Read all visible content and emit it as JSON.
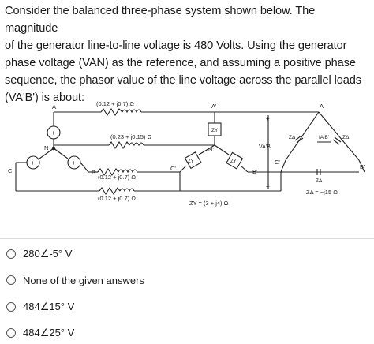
{
  "question": {
    "lines": [
      "Consider the balanced three-phase system shown below. The magnitude",
      "of the generator line-to-line voltage is 480 Volts. Using the generator",
      "phase voltage (VAN) as the reference, and assuming a positive phase",
      "sequence, the phasor value of the line voltage across the parallel loads",
      "(VA'B') is about:"
    ]
  },
  "diagram": {
    "labels": {
      "node_a": "A",
      "node_n": "N",
      "node_c": "C",
      "node_b": "B",
      "node_a_prime": "A'",
      "node_n_prime": "N'",
      "node_c_prime": "C'",
      "node_b_prime": "B'",
      "node_a_prime_delta": "A'",
      "node_b_prime_delta": "B'",
      "node_c_prime_delta": "C'",
      "line_impedance_a": "(0.12 + j0.7) Ω",
      "neutral_impedance": "(0.23 + j0.15) Ω",
      "line_impedance_b": "(0.12 + j0.7) Ω",
      "line_impedance_c": "(0.12 + j0.7) Ω",
      "zy_top": "ZY",
      "zy_left": "ZY",
      "zy_right": "ZY",
      "zy_value": "ZY = (3 + j4) Ω",
      "v_ab_label": "VA'B'",
      "i_ab_label": "IA'B'",
      "zd_left": "ZΔ",
      "zd_right": "ZΔ",
      "zd_bottom": "ZΔ",
      "zd_value": "ZΔ = −j15 Ω",
      "plus_sign": "+",
      "minus_sign": "−"
    }
  },
  "options": [
    {
      "label": "280∠-5° V"
    },
    {
      "label": "None of the given answers"
    },
    {
      "label": "484∠15° V"
    },
    {
      "label": "484∠25° V"
    }
  ]
}
